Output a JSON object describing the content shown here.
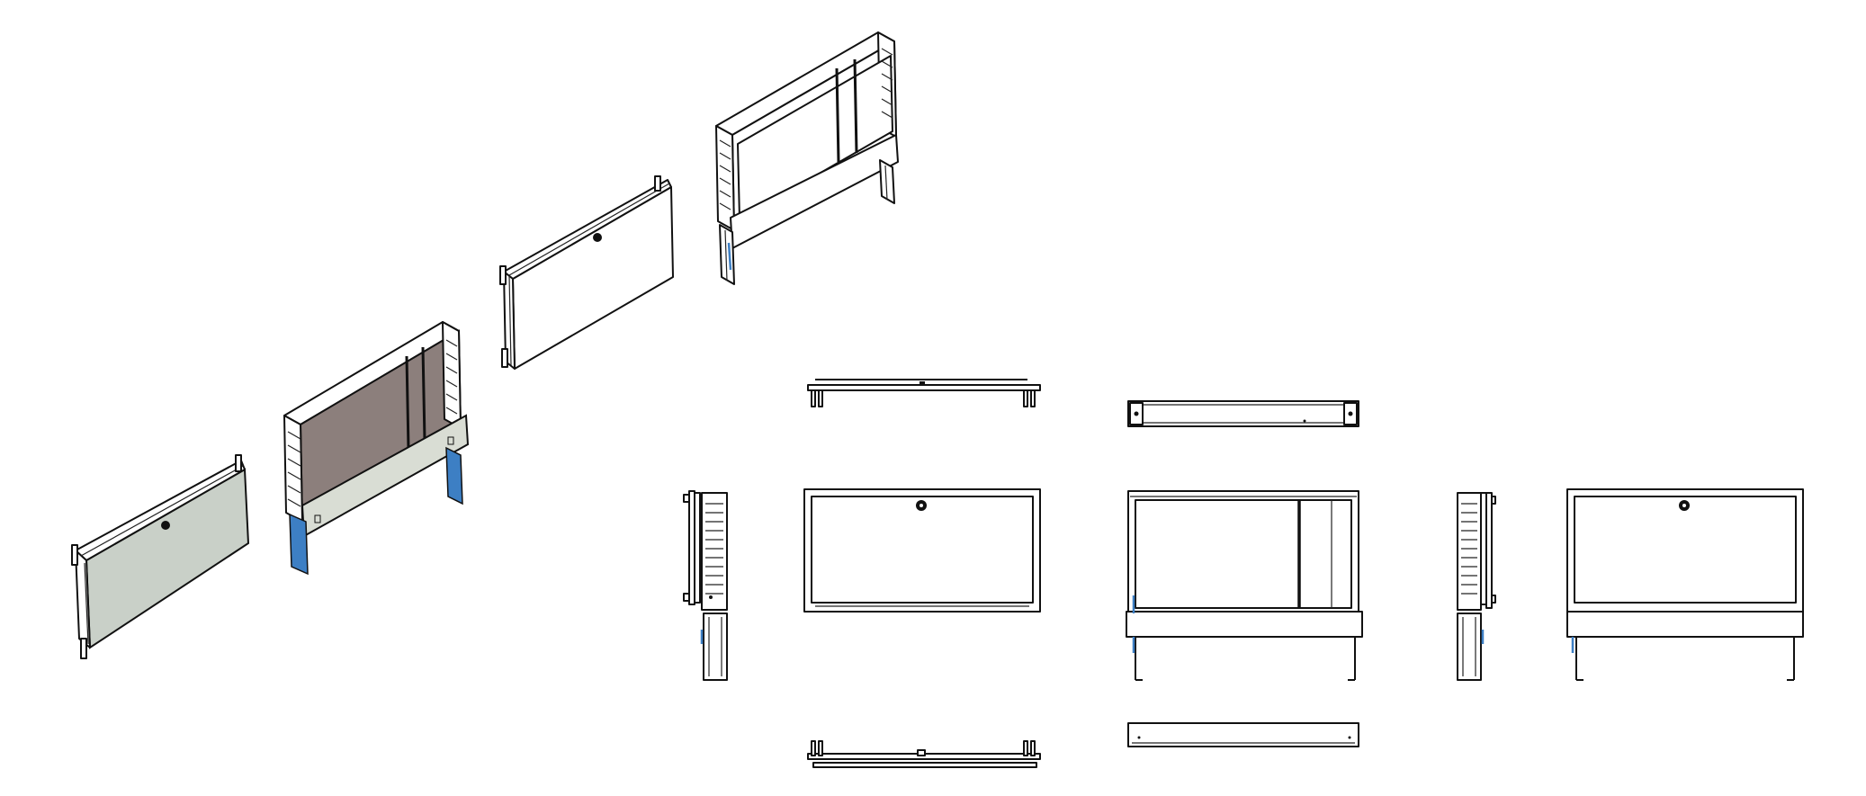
{
  "colors": {
    "line": "#111111",
    "background": "#ffffff",
    "cover_panel": "#c9d0c8",
    "box_back": "#8c7f7c",
    "box_front_strip": "#d9ddd4",
    "accent_blue": "#3d7fc4"
  },
  "views": [
    "isometric-cover-shaded",
    "isometric-box-shaded",
    "isometric-cover-outline",
    "isometric-box-outline",
    "cover-top-view",
    "cover-left-side-view",
    "cover-front-view",
    "cover-bottom-view",
    "box-top-view",
    "box-front-view",
    "box-bottom-view",
    "box-right-side-view",
    "assembly-front-view"
  ]
}
